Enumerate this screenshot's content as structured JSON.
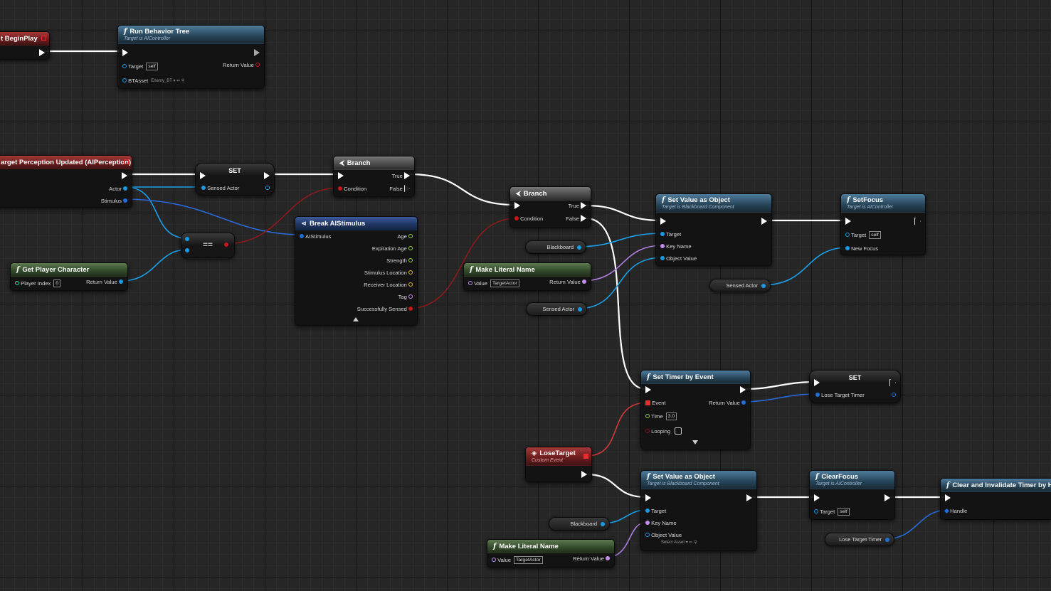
{
  "colors": {
    "exec": "#ffffff",
    "object": "#1a9ae6",
    "bool": "#c81818",
    "float": "#8cd63a",
    "name": "#c78cf0",
    "vector": "#e6b81e",
    "delegate": "#e03030",
    "struct": "#1f6fd6"
  },
  "nodes": {
    "begin_play": {
      "title": "t BeginPlay"
    },
    "run_bt": {
      "title": "Run Behavior Tree",
      "subtitle": "Target is AIController",
      "target": "Target",
      "target_val": "self",
      "return": "Return Value",
      "asset": "BTAsset",
      "asset_val": "Enemy_BT"
    },
    "perception": {
      "title": "arget Perception Updated (AIPerception)",
      "actor": "Actor",
      "stimulus": "Stimulus"
    },
    "set1": {
      "title": "SET",
      "sensed_actor": "Sensed Actor"
    },
    "branch1": {
      "title": "Branch",
      "true": "True",
      "false": "False",
      "condition": "Condition"
    },
    "equal": {
      "title": "=="
    },
    "get_player": {
      "title": "Get Player Character",
      "player_index": "Player Index",
      "player_index_val": "0",
      "return": "Return Value"
    },
    "break_stim": {
      "title": "Break AIStimulus",
      "input": "AIStimulus",
      "outputs": [
        "Age",
        "Expiration Age",
        "Strength",
        "Stimulus Location",
        "Receiver Location",
        "Tag",
        "Successfully Sensed"
      ]
    },
    "branch2": {
      "title": "Branch",
      "true": "True",
      "false": "False",
      "condition": "Condition"
    },
    "make_name1": {
      "title": "Make Literal Name",
      "value": "Value",
      "value_val": "TargetActor",
      "return": "Return Value"
    },
    "var_bb1": {
      "label": "Blackboard"
    },
    "var_sa1": {
      "label": "Sensed Actor"
    },
    "set_value1": {
      "title": "Set Value as Object",
      "subtitle": "Target is Blackboard Component",
      "target": "Target",
      "key": "Key Name",
      "obj": "Object Value"
    },
    "set_focus": {
      "title": "SetFocus",
      "subtitle": "Target is AIController",
      "target": "Target",
      "target_val": "self",
      "focus": "New Focus"
    },
    "var_sa2": {
      "label": "Sensed Actor"
    },
    "timer": {
      "title": "Set Timer by Event",
      "event": "Event",
      "time": "Time",
      "time_val": "3.0",
      "looping": "Looping",
      "return": "Return Value"
    },
    "set2": {
      "title": "SET",
      "lose": "Lose Target Timer"
    },
    "lose_target": {
      "title": "LoseTarget",
      "subtitle": "Custom Event"
    },
    "set_value2": {
      "title": "Set Value as Object",
      "subtitle": "Target is Blackboard Component",
      "target": "Target",
      "key": "Key Name",
      "obj": "Object Value",
      "obj_val": "Select Asset"
    },
    "var_bb2": {
      "label": "Blackboard"
    },
    "make_name2": {
      "title": "Make Literal Name",
      "value": "Value",
      "value_val": "TargetActor",
      "return": "Return Value"
    },
    "clear_focus": {
      "title": "ClearFocus",
      "subtitle": "Target is AIController",
      "target": "Target",
      "target_val": "self"
    },
    "clear_timer": {
      "title": "Clear and Invalidate Timer by Hand",
      "handle": "Handle"
    },
    "var_ltt": {
      "label": "Lose Target Timer"
    }
  }
}
